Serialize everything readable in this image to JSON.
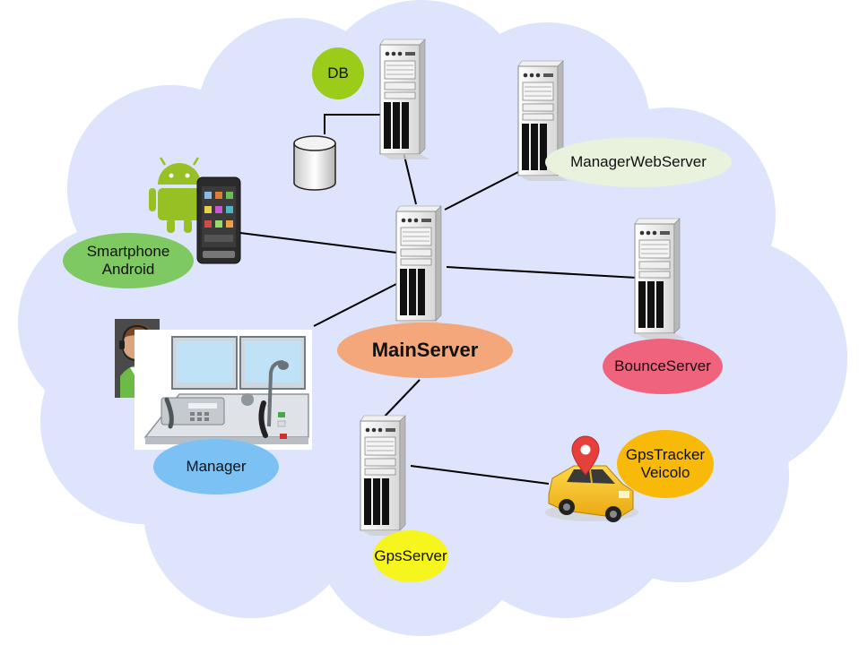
{
  "nodes": {
    "db": "DB",
    "manager_web_server": "ManagerWebServer",
    "smartphone_android": "Smartphone\nAndroid",
    "main_server": "MainServer",
    "bounce_server": "BounceServer",
    "manager": "Manager",
    "gps_tracker": "GpsTracker\nVeicolo",
    "gps_server": "GpsServer"
  },
  "colors": {
    "cloud": "#dde4fb",
    "db": "#9ccc1a",
    "manager_web_server": "#e8f2dc",
    "smartphone_android": "#7fc962",
    "main_server": "#f4a77a",
    "bounce_server": "#f0637c",
    "manager": "#7cc1f4",
    "gps_tracker": "#f9b908",
    "gps_server": "#f7f51e",
    "link": "#000000"
  },
  "icons": [
    "server-icon",
    "database-icon",
    "android-logo-icon",
    "smartphone-icon",
    "operator-avatar-icon",
    "control-console-icon",
    "car-icon",
    "location-pin-icon"
  ]
}
